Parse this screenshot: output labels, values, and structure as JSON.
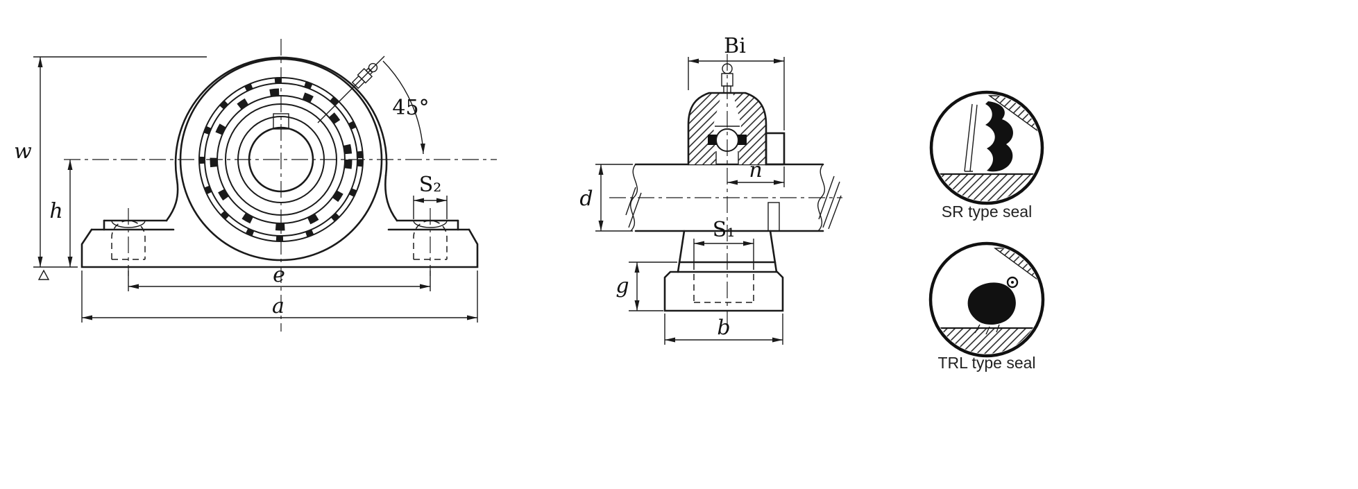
{
  "page": {
    "background": "#ffffff",
    "line_color": "#1a1a1a"
  },
  "front_view": {
    "dim_w": "w",
    "dim_h": "h",
    "dim_e": "e",
    "dim_a": "a",
    "dim_s2": "S₂",
    "dim_angle": "45°"
  },
  "side_view": {
    "dim_bi": "Bi",
    "dim_n": "n",
    "dim_d": "d",
    "dim_s1": "S₁",
    "dim_g": "g",
    "dim_b": "b"
  },
  "seal_details": {
    "sr_label": "SR type seal",
    "trl_label": "TRL type seal"
  }
}
